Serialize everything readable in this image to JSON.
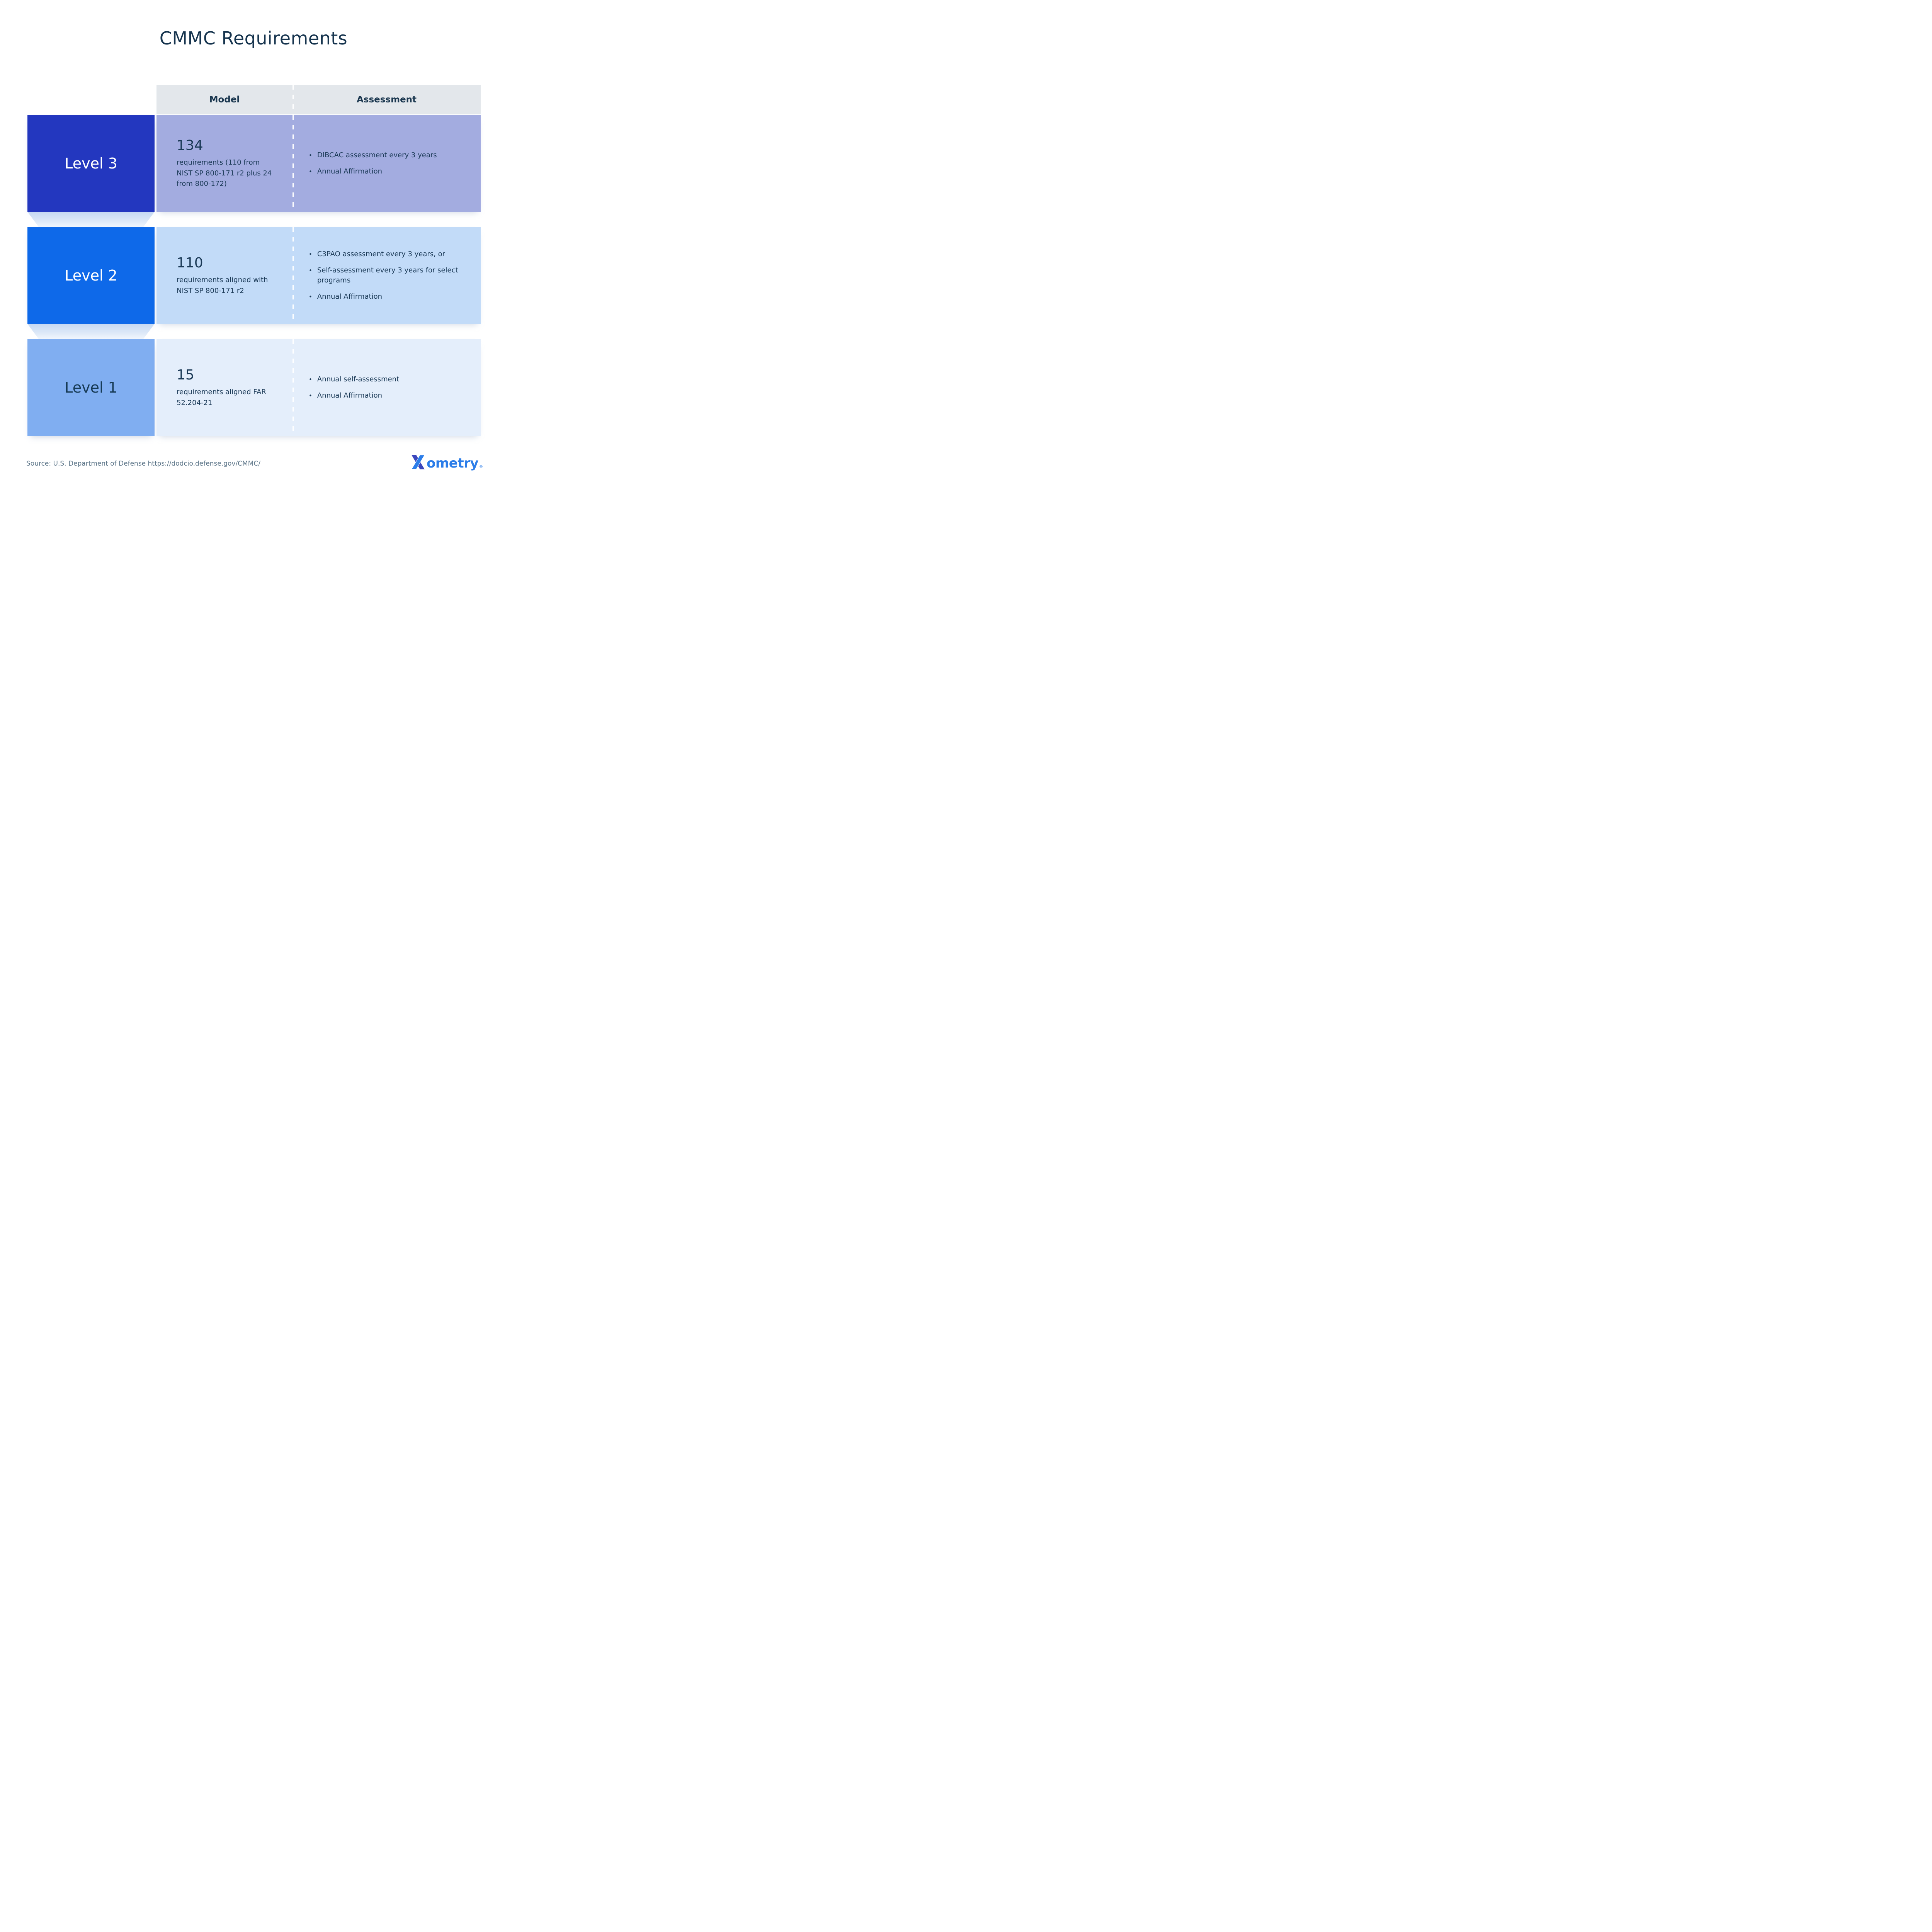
{
  "title": "CMMC Requirements",
  "bullet_char": "•",
  "table": {
    "columns": {
      "model": "Model",
      "assessment": "Assessment"
    },
    "rows": [
      {
        "level": "Level 3",
        "model_number": "134",
        "model_text": "requirements (110 from NIST SP 800-171 r2 plus 24 from 800-172)",
        "assessment": [
          "DIBCAC assessment every 3 years",
          "Annual Affirmation"
        ]
      },
      {
        "level": "Level 2",
        "model_number": "110",
        "model_text": "requirements aligned with NIST SP 800-171 r2",
        "assessment": [
          "C3PAO assessment every 3 years, or",
          "Self-assessment every 3 years for select programs",
          "Annual Affirmation"
        ]
      },
      {
        "level": "Level 1",
        "model_number": "15",
        "model_text": "requirements aligned FAR 52.204-21",
        "assessment": [
          "Annual self-assessment",
          "Annual Affirmation"
        ]
      }
    ]
  },
  "footer": {
    "source": "Source: U.S. Department of Defense https://dodcio.defense.gov/CMMC/",
    "logo_text": "ometry",
    "logo_registered": "®"
  },
  "colors": {
    "title_text": "#16344E",
    "body_text": "#1B3A57",
    "header_band": "#E3E7EB",
    "level3_box": "#2337BF",
    "level3_cells": "#A3ACE0",
    "level2_box": "#0E69E9",
    "level2_cells": "#C2DBF8",
    "level1_box": "#80AEF1",
    "level1_cells": "#E4EEFB",
    "level_label_light": "#FFFFFF",
    "funnel_top": "#C6D9F3",
    "source_text": "#567084",
    "logo_blue": "#2B7DE9",
    "logo_indigo": "#3B46BC"
  }
}
